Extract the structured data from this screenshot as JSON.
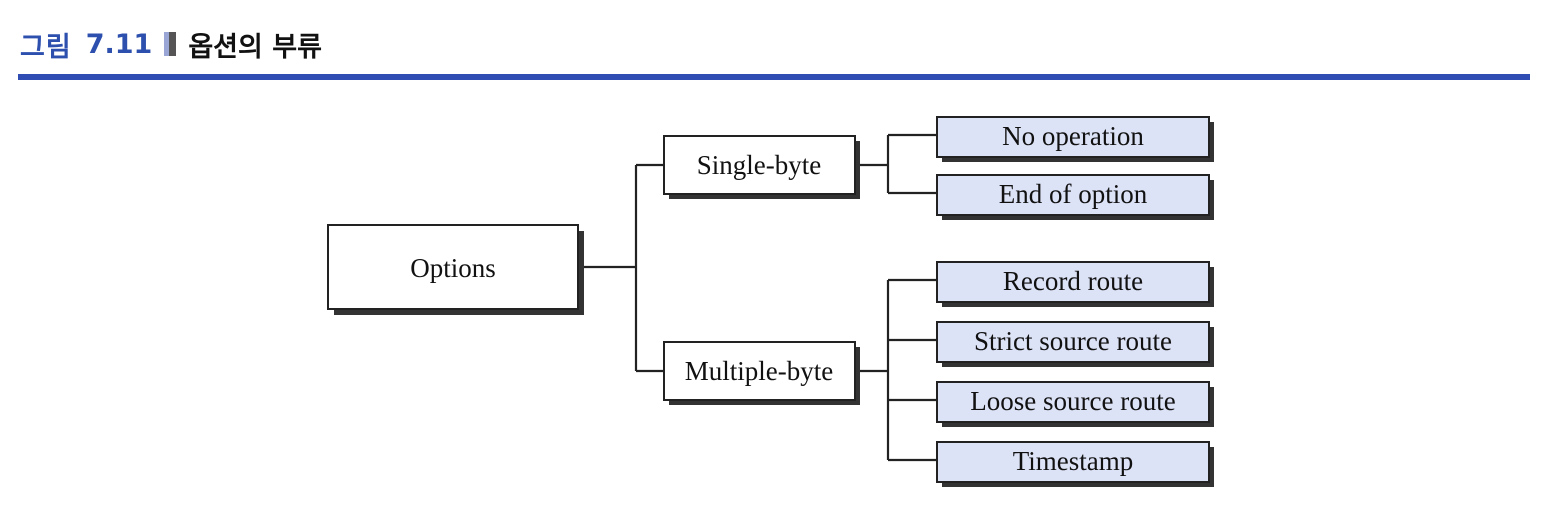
{
  "caption": {
    "figure_label": "그림",
    "figure_number": "7.11",
    "title": "옵션의 부류"
  },
  "diagram": {
    "root": {
      "label": "Options"
    },
    "groups": [
      {
        "label": "Single-byte",
        "children": [
          "No operation",
          "End of option"
        ]
      },
      {
        "label": "Multiple-byte",
        "children": [
          "Record route",
          "Strict source route",
          "Loose source route",
          "Timestamp"
        ]
      }
    ]
  },
  "colors": {
    "accent": "#2f4db3",
    "leaf_fill": "#dde3f7",
    "box_border": "#222222",
    "shadow": "#333333"
  }
}
